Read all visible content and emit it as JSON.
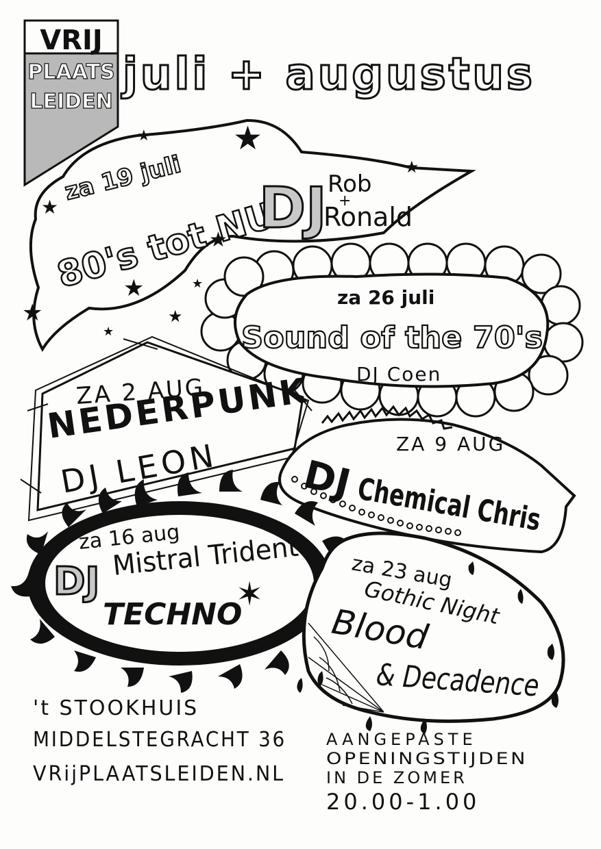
{
  "logo": {
    "line1": "VRIJ",
    "line2": "PLAATS",
    "line3": "LEIDEN"
  },
  "title": "juli + augustus",
  "events": [
    {
      "date": "za 19 juli",
      "theme": "80's tot NU",
      "dj": "DJ",
      "name_line1": "Rob",
      "plus": "+",
      "name_line2": "Ronald"
    },
    {
      "date": "za 26 juli",
      "theme": "Sound of the 70's",
      "dj": "DJ Coen"
    },
    {
      "date": "ZA 2 AUG",
      "theme": "NEDERPUNK",
      "dj": "DJ LEON"
    },
    {
      "date": "ZA 9 AUG",
      "dj": "DJ",
      "name": "Chemical Chris"
    },
    {
      "date": "za 16 aug",
      "dj": "DJ",
      "name": "Mistral Trident",
      "genre": "TECHNO"
    },
    {
      "date": "za 23 aug",
      "theme": "Gothic Night",
      "name_line1": "Blood",
      "name_line2": "& Decadence"
    }
  ],
  "venue": {
    "name": "'t STOOKHUIS",
    "address": "MIDDELSTEGRACHT 36",
    "website": "VRijPLAATSLEIDEN.NL"
  },
  "hours": {
    "line1": "AANGEPASTE",
    "line2": "OPENINGSTIJDEN",
    "line3": "IN DE ZOMER",
    "time": "20.00-1.00"
  },
  "colors": {
    "ink": "#111111",
    "logo_fill": "#b9b9b9",
    "paper": "#fdfdfb"
  }
}
